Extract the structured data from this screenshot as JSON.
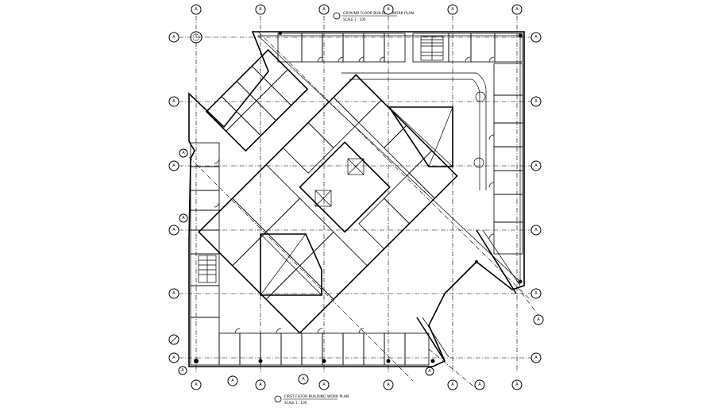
{
  "drawing": {
    "title_top": "GROUND FLOOR BUILDING WORK PLAN",
    "title_top_scale": "SCALE 1 : 100",
    "title_bottom": "FIRST FLOOR BUILDING WORK PLAN",
    "title_bottom_scale": "SCALE 1 : 100",
    "grid_label": "A",
    "stroke_color": "#000000",
    "background_color": "#ffffff"
  }
}
